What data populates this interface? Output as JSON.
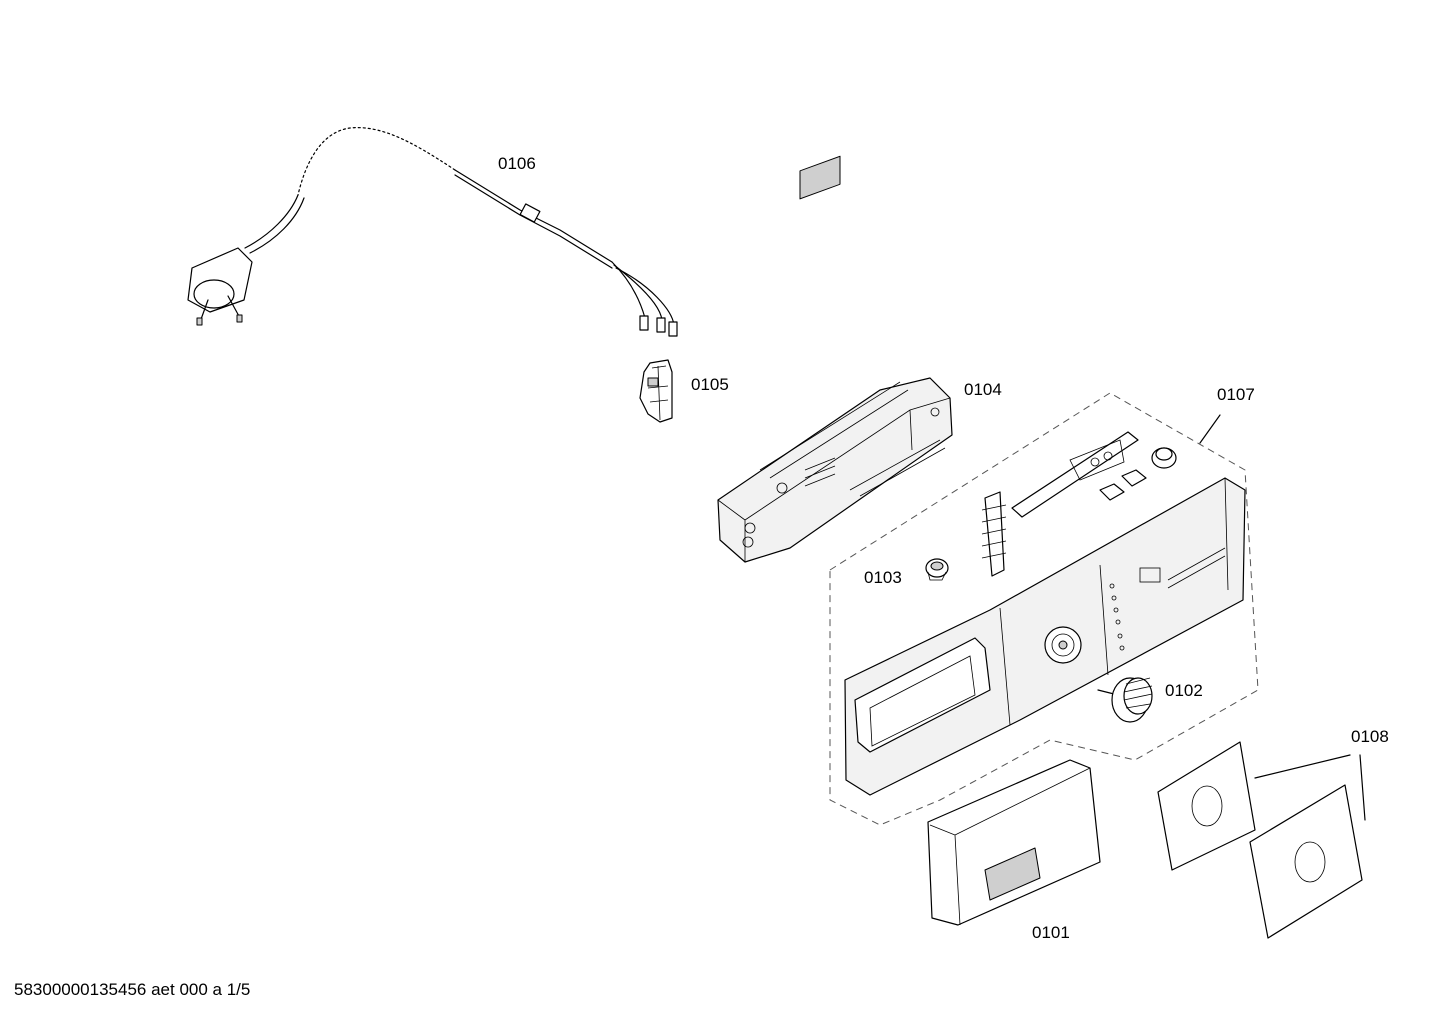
{
  "diagram": {
    "parts": [
      {
        "id": "0101",
        "label": "0101"
      },
      {
        "id": "0102",
        "label": "0102"
      },
      {
        "id": "0103",
        "label": "0103"
      },
      {
        "id": "0104",
        "label": "0104"
      },
      {
        "id": "0105",
        "label": "0105"
      },
      {
        "id": "0106",
        "label": "0106"
      },
      {
        "id": "0107",
        "label": "0107"
      },
      {
        "id": "0108",
        "label": "0108"
      }
    ]
  },
  "footer": {
    "doc_ref": "58300000135456 aet 000 a 1/5"
  }
}
